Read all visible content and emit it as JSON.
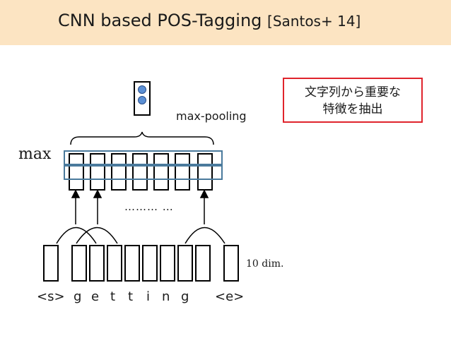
{
  "slide": {
    "title": "CNN based POS-Tagging",
    "citation": "[Santos+ 14]"
  },
  "diagram": {
    "output_label": "max",
    "pooling_label": "max-pooling",
    "ellipsis": "……… …",
    "dimension_label": "10 dim.",
    "tokens": [
      "<s>",
      "g",
      "e",
      "t",
      "t",
      "i",
      "n",
      "g",
      "<e>"
    ],
    "conv_units": 7,
    "output_units": 2,
    "colors": {
      "title_bar": "#fce4c2",
      "highlight_frame": "#4a7a9c",
      "neuron": "#5b8fd4",
      "note_border": "#e0242c"
    }
  },
  "note": {
    "lines": [
      "文字列から重要な",
      "特徴を抽出"
    ]
  }
}
